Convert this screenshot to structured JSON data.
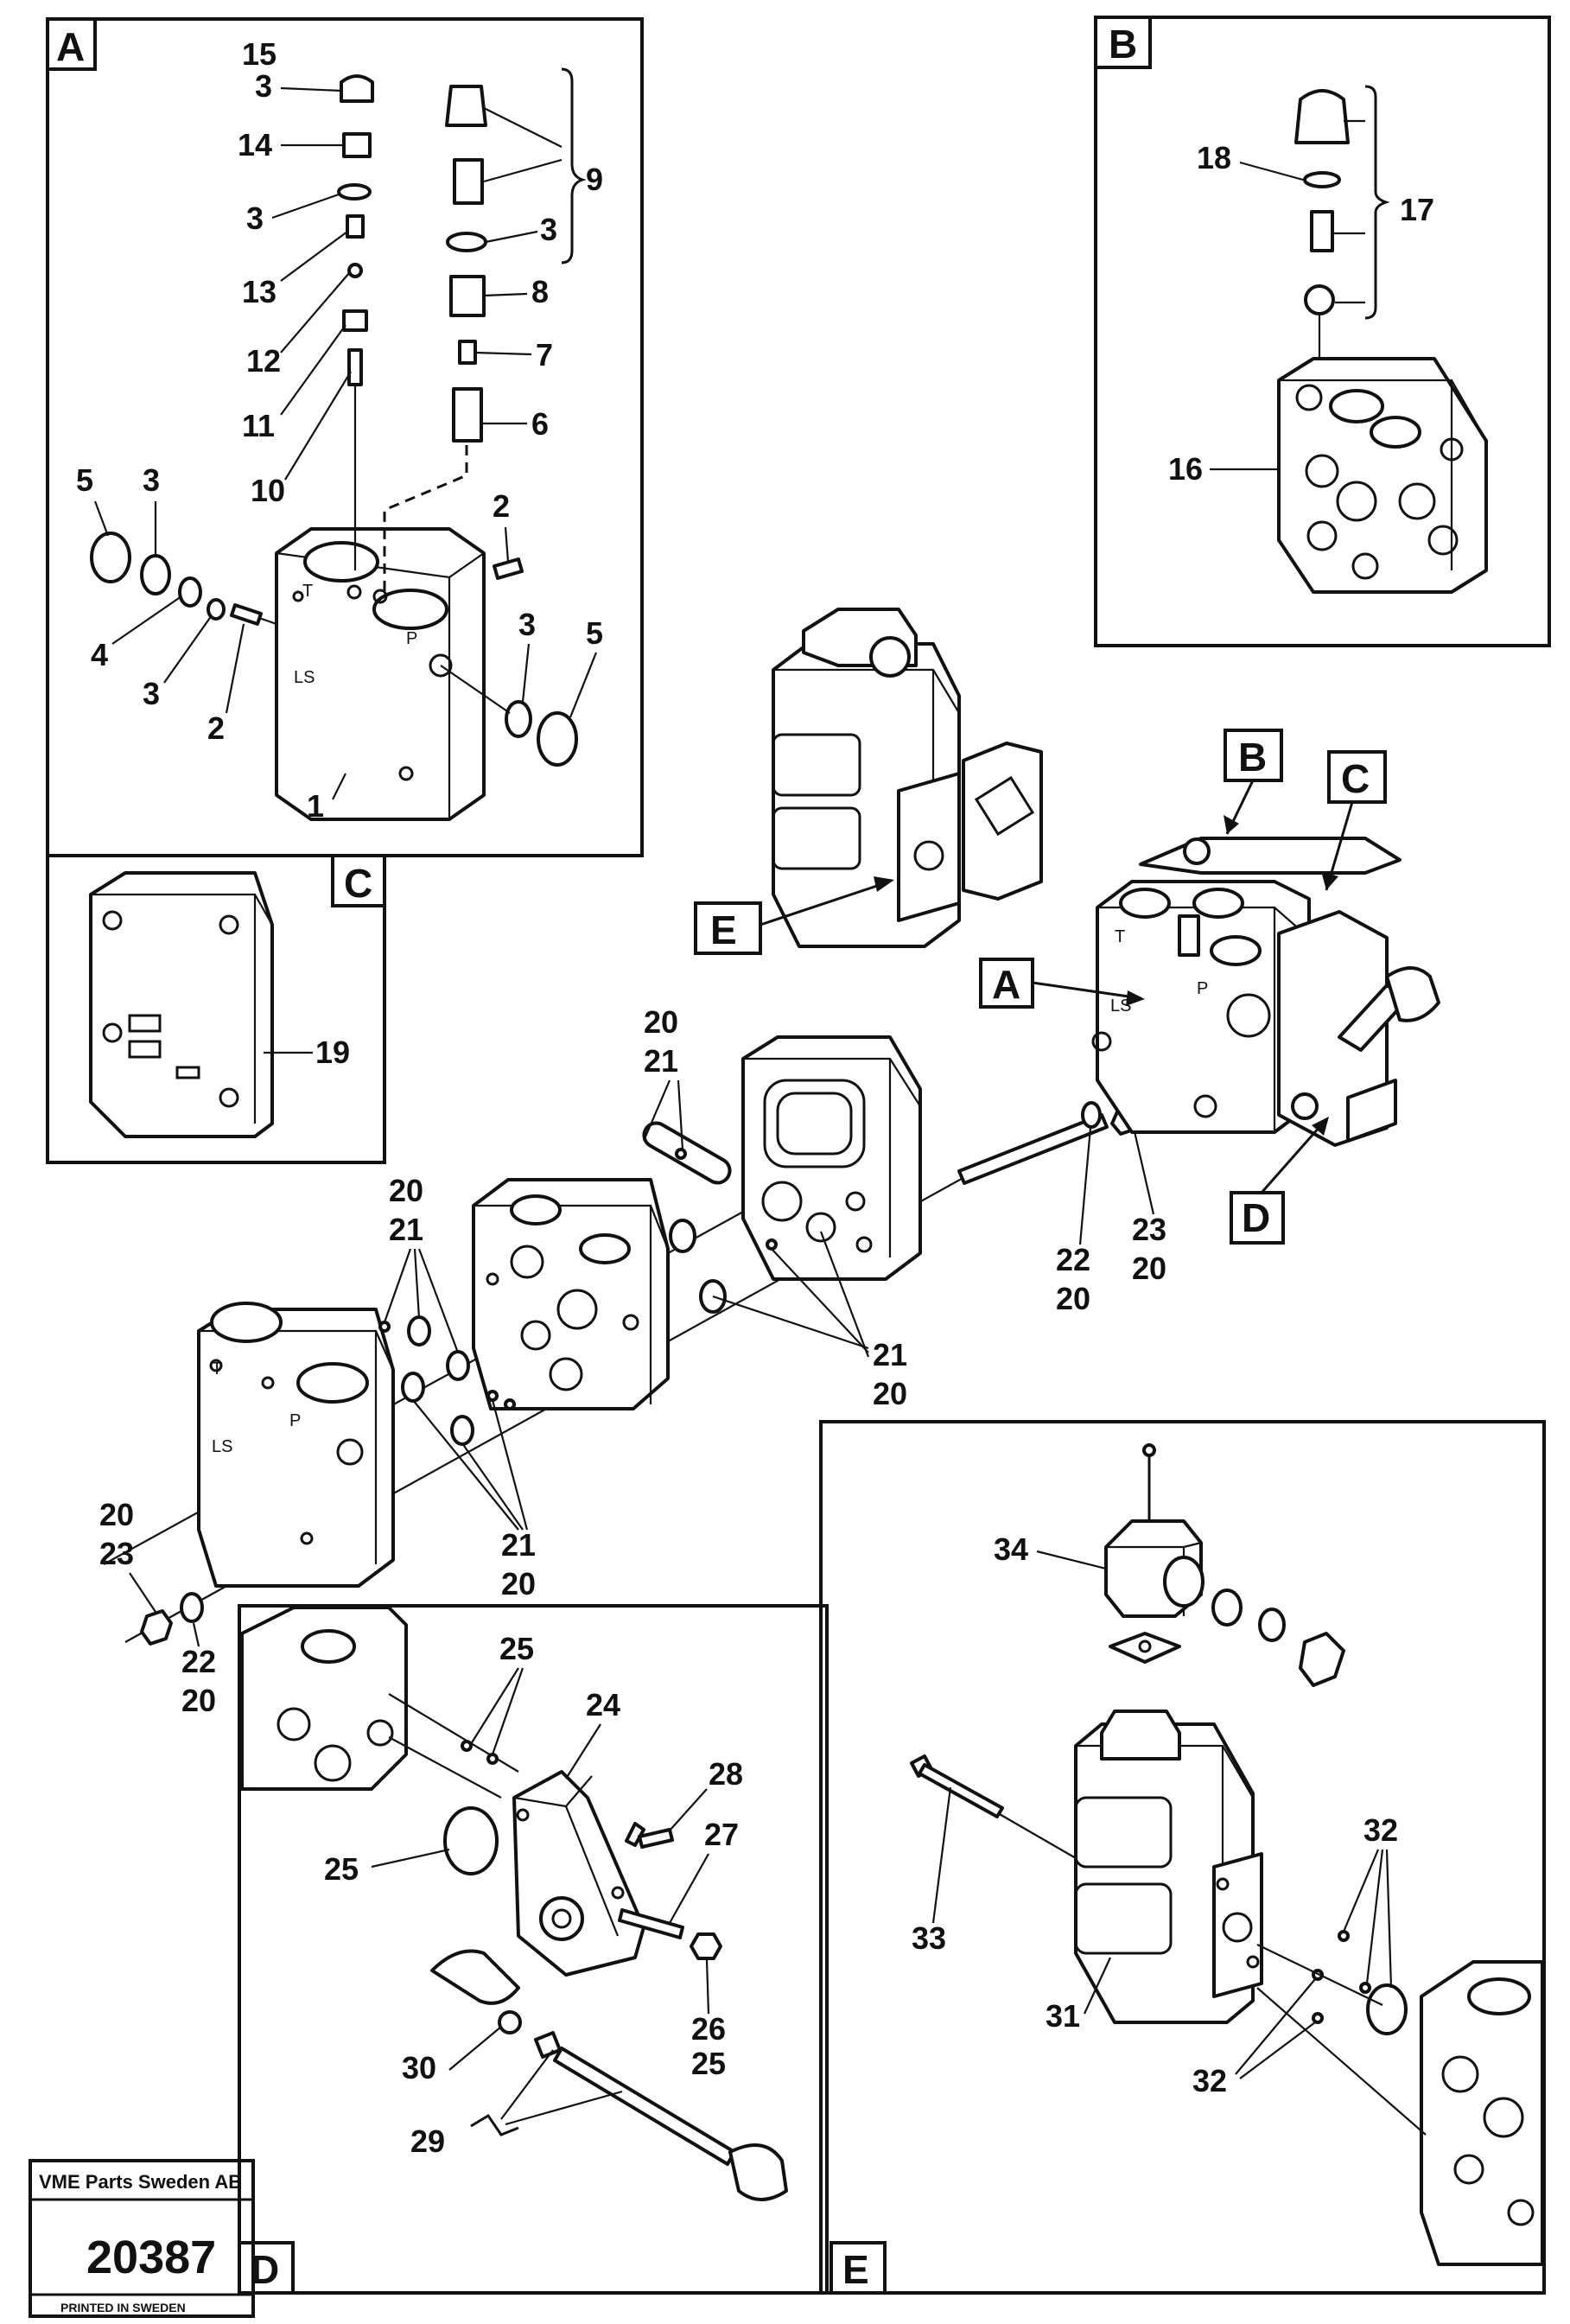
{
  "panels": {
    "a": "A",
    "b": "B",
    "c": "C",
    "d": "D",
    "e": "E"
  },
  "callouts": {
    "a": "A",
    "b": "B",
    "c": "C",
    "d": "D",
    "e": "E"
  },
  "casting_letters": {
    "t": "T",
    "p": "P",
    "ls": "LS"
  },
  "labels": {
    "l15": "15",
    "l3a": "3",
    "l14": "14",
    "l3b": "3",
    "l13": "13",
    "l12": "12",
    "l11": "11",
    "l10": "10",
    "l9": "9",
    "l3c": "3",
    "l8": "8",
    "l7": "7",
    "l6": "6",
    "l5a": "5",
    "l3d": "3",
    "l4": "4",
    "l3e": "3",
    "l2a": "2",
    "l2b": "2",
    "l3f": "3",
    "l5b": "5",
    "l1": "1",
    "l18": "18",
    "l17": "17",
    "l16": "16",
    "l19": "19",
    "m20a": "20",
    "m21a": "21",
    "m20b": "20",
    "m21b": "21",
    "m22a": "22",
    "m20c": "20",
    "m23a": "23",
    "m20d": "20",
    "m21c": "21",
    "m20e": "20",
    "m21d": "21",
    "m20f": "20",
    "m20g": "20",
    "m23b": "23",
    "m22b": "22",
    "m20h": "20",
    "d25a": "25",
    "d24": "24",
    "d28": "28",
    "d27": "27",
    "d25b": "25",
    "d26": "26",
    "d25c": "25",
    "d30": "30",
    "d29": "29",
    "e34": "34",
    "e32a": "32",
    "e33": "33",
    "e31": "31",
    "e32b": "32"
  },
  "stamp": {
    "company": "VME Parts Sweden AB",
    "number": "20387",
    "printed": "PRINTED IN SWEDEN"
  }
}
